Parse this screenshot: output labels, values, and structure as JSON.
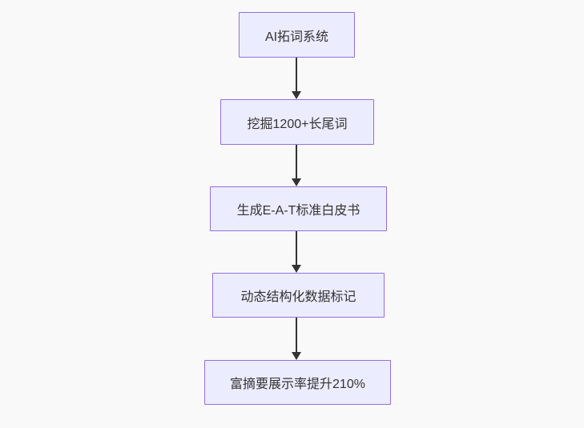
{
  "diagram": {
    "type": "flowchart",
    "direction": "top-down",
    "nodes": [
      {
        "label": "AI拓词系统"
      },
      {
        "label": "挖掘1200+长尾词"
      },
      {
        "label": "生成E-A-T标准白皮书"
      },
      {
        "label": "动态结构化数据标记"
      },
      {
        "label": "富摘要展示率提升210%"
      }
    ],
    "edges": [
      {
        "from": "AI拓词系统",
        "to": "挖掘1200+长尾词"
      },
      {
        "from": "挖掘1200+长尾词",
        "to": "生成E-A-T标准白皮书"
      },
      {
        "from": "生成E-A-T标准白皮书",
        "to": "动态结构化数据标记"
      },
      {
        "from": "动态结构化数据标记",
        "to": "富摘要展示率提升210%"
      }
    ],
    "colors": {
      "background": "#f9f9f9",
      "node_fill": "#ECECFF",
      "node_border": "#9370DB",
      "arrow": "#333333",
      "text": "#333333"
    }
  }
}
